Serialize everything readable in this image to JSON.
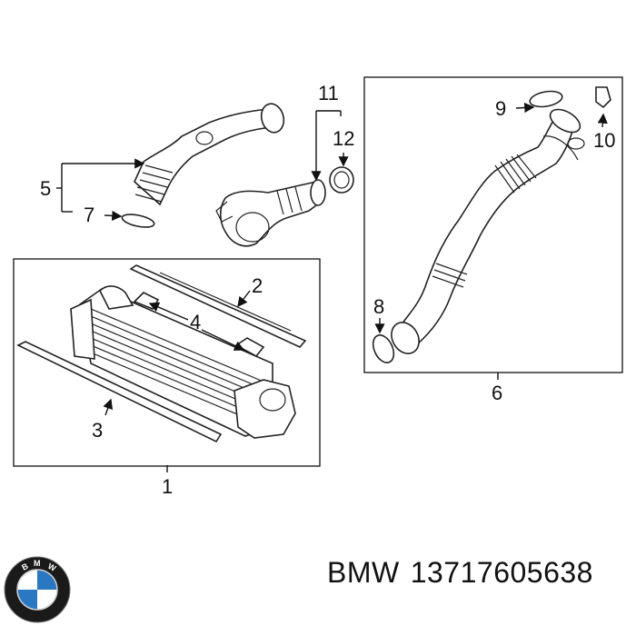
{
  "callouts": {
    "c1": "1",
    "c2": "2",
    "c3": "3",
    "c4": "4",
    "c5": "5",
    "c6": "6",
    "c7": "7",
    "c8": "8",
    "c9": "9",
    "c10": "10",
    "c11": "11",
    "c12": "12"
  },
  "caption": {
    "brand": "BMW",
    "part_number": "13717605638"
  },
  "logo": {
    "letters": "BMW",
    "colors": {
      "ring": "#1a1a1a",
      "blue": "#2a78c2",
      "white": "#ffffff"
    }
  }
}
